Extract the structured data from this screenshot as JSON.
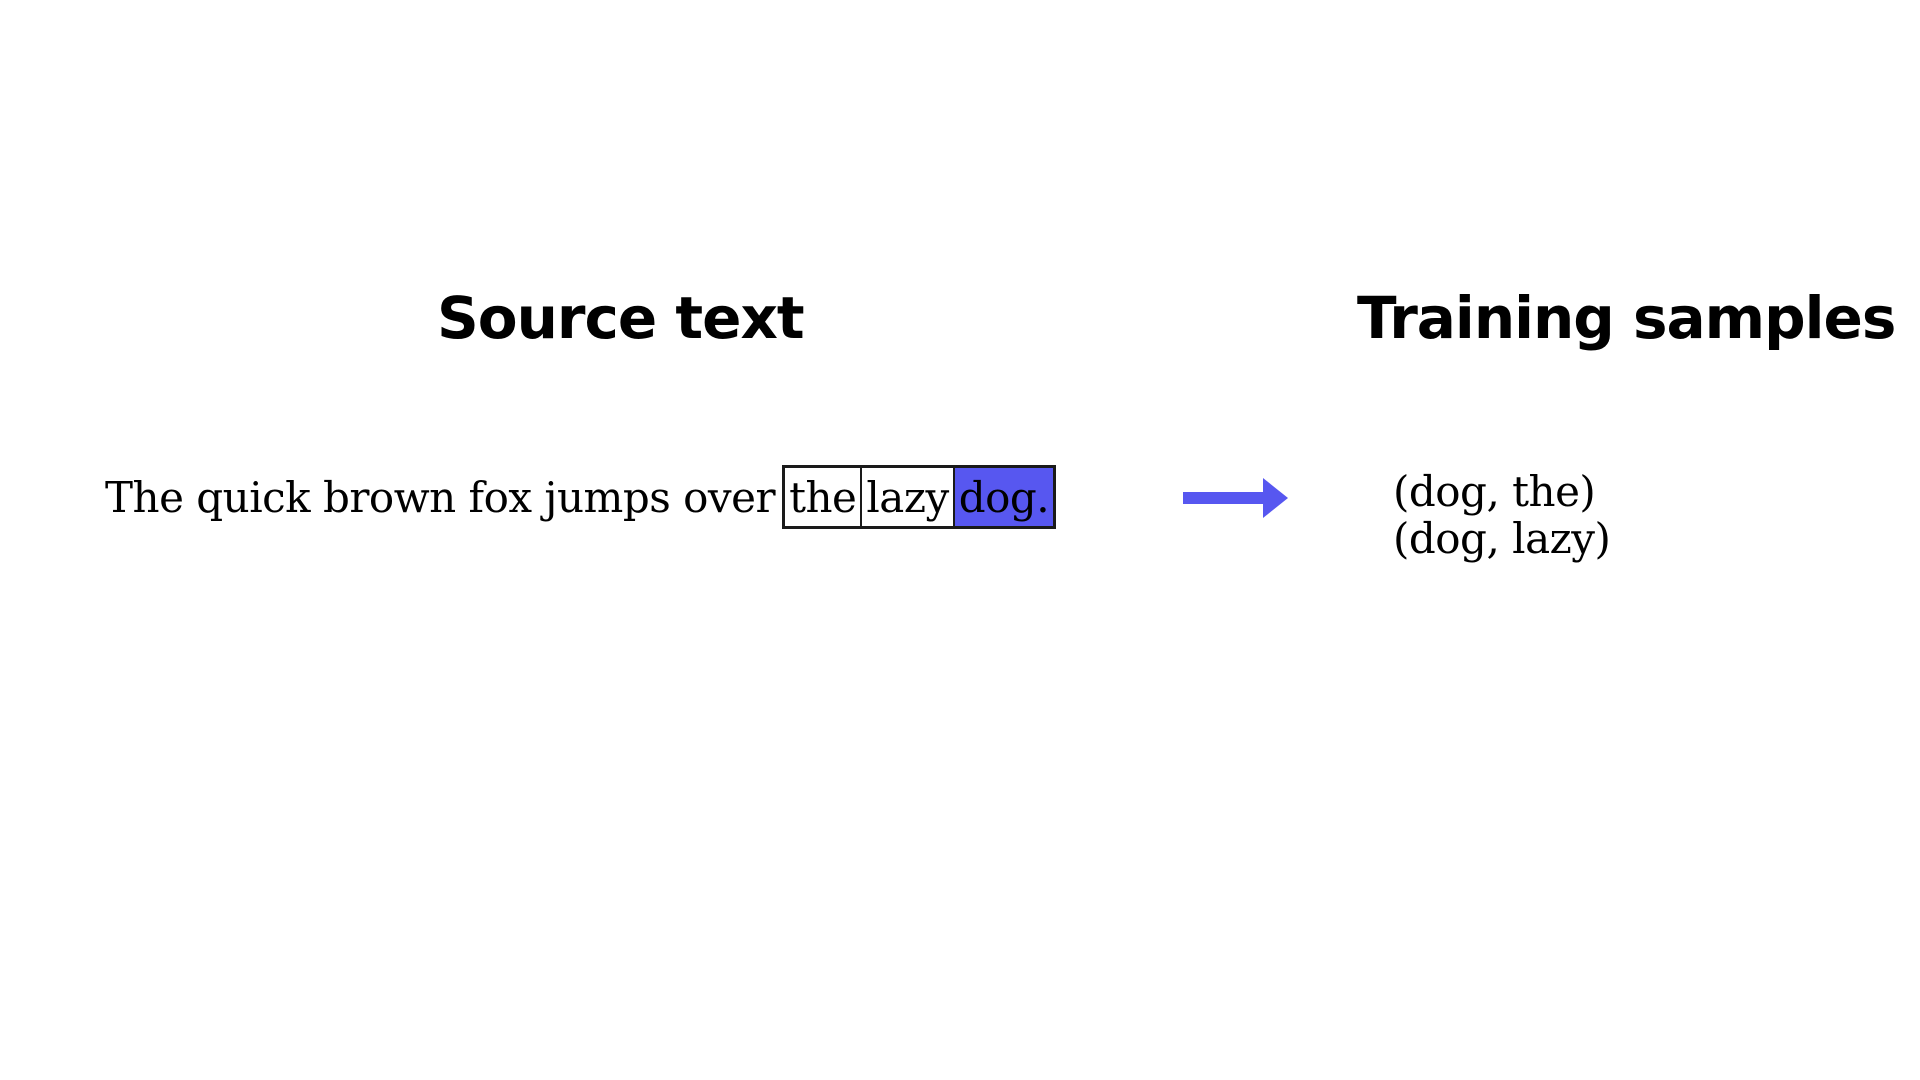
{
  "headings": {
    "source": "Source text",
    "training": "Training samples"
  },
  "source": {
    "prefix": "The quick brown fox jumps over",
    "window": [
      "the",
      "lazy",
      "dog."
    ],
    "center_index": 2
  },
  "samples": [
    "(dog, the)",
    "(dog, lazy)"
  ],
  "colors": {
    "accent": "#5757f0",
    "border": "#1a1a1a",
    "text": "#000000",
    "background": "#ffffff"
  },
  "icons": {
    "arrow": "arrow-right-icon"
  }
}
